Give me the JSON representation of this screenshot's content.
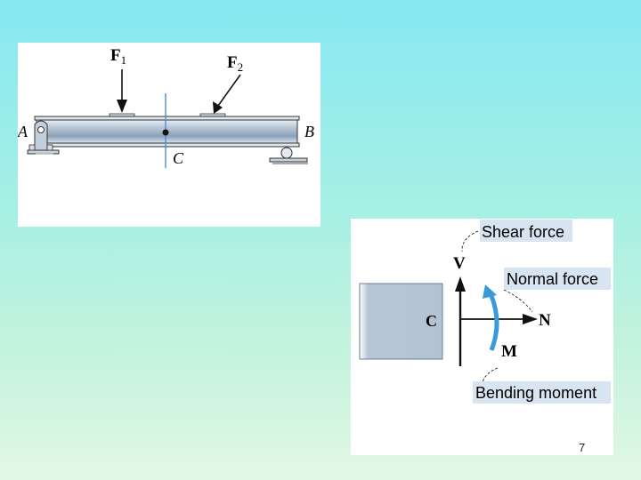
{
  "beam_diagram": {
    "force_1": {
      "symbol": "F",
      "subscript": "1"
    },
    "force_2": {
      "symbol": "F",
      "subscript": "2"
    },
    "support_left_label": "A",
    "support_right_label": "B",
    "section_label": "C"
  },
  "section_diagram": {
    "section_label": "C",
    "shear_symbol": "V",
    "normal_symbol": "N",
    "moment_symbol": "M",
    "callouts": {
      "shear": "Shear force",
      "normal": "Normal force",
      "moment": "Bending moment"
    }
  },
  "page_number": "7",
  "colors": {
    "section_line": "#4a8fd6",
    "moment_arrow": "#3a9ad9",
    "beam_fill": "#a9bfd0",
    "block_fill": "#b7c5d6",
    "callout_bg": "#d9e4f1"
  }
}
